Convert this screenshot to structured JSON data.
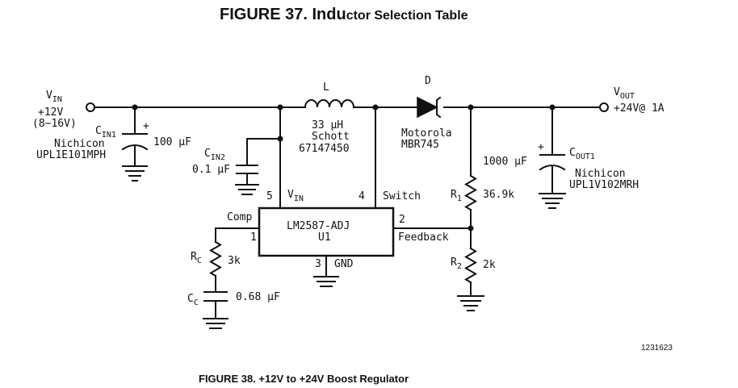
{
  "figure_top": {
    "title_a": "FIGURE 37. Indu",
    "title_b": "ctor Selection Table"
  },
  "figure_bottom": {
    "caption": "FIGURE 38. +12V to +24V Boost Regulator"
  },
  "code": "1231623",
  "vin": {
    "label_main": "V",
    "label_sub": "IN",
    "voltage": "+12V",
    "range": "(8−16V)"
  },
  "vout": {
    "label_main": "V",
    "label_sub": "OUT",
    "rating": "+24V@ 1A"
  },
  "inductor": {
    "ref": "L",
    "value": "33 µH",
    "type": "Schott",
    "part": "67147450"
  },
  "diode": {
    "ref": "D",
    "maker": "Motorola",
    "part": "MBR745"
  },
  "cin1": {
    "ref_main": "C",
    "ref_sub": "IN1",
    "maker": "Nichicon",
    "part": "UPL1E101MPH",
    "value": "100 µF",
    "polarity": "+"
  },
  "cin2": {
    "ref_main": "C",
    "ref_sub": "IN2",
    "value": "0.1 µF"
  },
  "cout1": {
    "ref_main": "C",
    "ref_sub": "OUT1",
    "value": "1000 µF",
    "maker": "Nichicon",
    "part": "UPL1V102MRH",
    "polarity": "+"
  },
  "r1": {
    "ref_main": "R",
    "ref_sub": "1",
    "value": "36.9k"
  },
  "r2": {
    "ref_main": "R",
    "ref_sub": "2",
    "value": "2k"
  },
  "rc": {
    "ref_main": "R",
    "ref_sub": "C",
    "value": "3k"
  },
  "cc": {
    "ref_main": "C",
    "ref_sub": "C",
    "value": "0.68 µF"
  },
  "ic": {
    "name": "LM2587-ADJ",
    "ref": "U1",
    "pin_vin_num": "5",
    "pin_vin_main": "V",
    "pin_vin_sub": "IN",
    "pin_switch_num": "4",
    "pin_switch_label": "Switch",
    "pin_comp_num": "1",
    "pin_comp_label": "Comp",
    "pin_fb_num": "2",
    "pin_fb_label": "Feedback",
    "pin_gnd_num": "3",
    "pin_gnd_label": "GND"
  }
}
